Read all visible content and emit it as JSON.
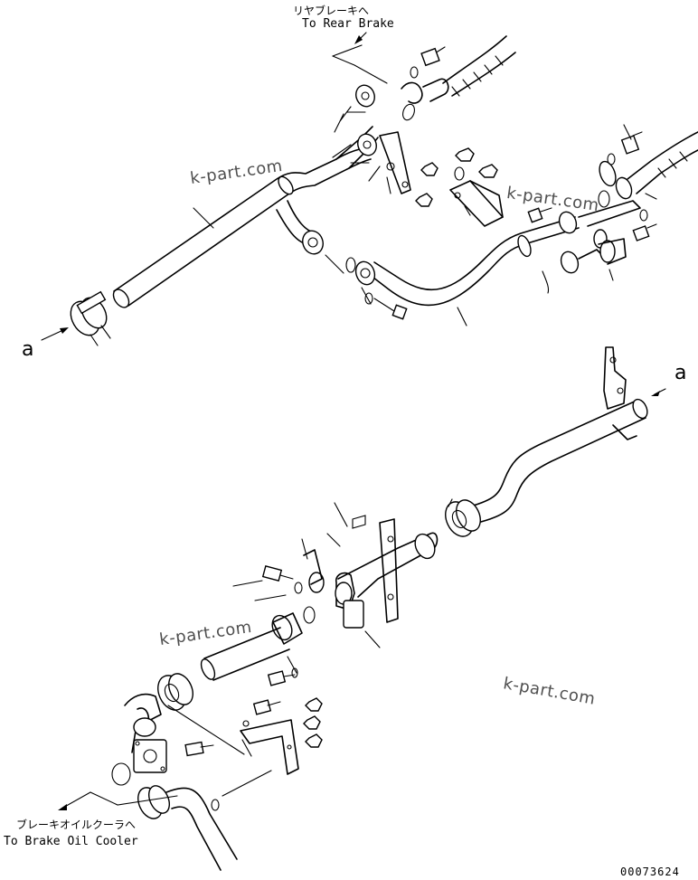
{
  "labels": {
    "rear_brake_jp": "リヤブレーキへ",
    "rear_brake_en": "To Rear Brake",
    "cooler_jp": "ブレーキオイルクーラへ",
    "cooler_en": "To Brake Oil Cooler",
    "ref_a_left": "a",
    "ref_a_right": "a"
  },
  "watermarks": [
    "k-part.com",
    "k-part.com",
    "k-part.com",
    "k-part.com"
  ],
  "drawing_number": "00073624"
}
